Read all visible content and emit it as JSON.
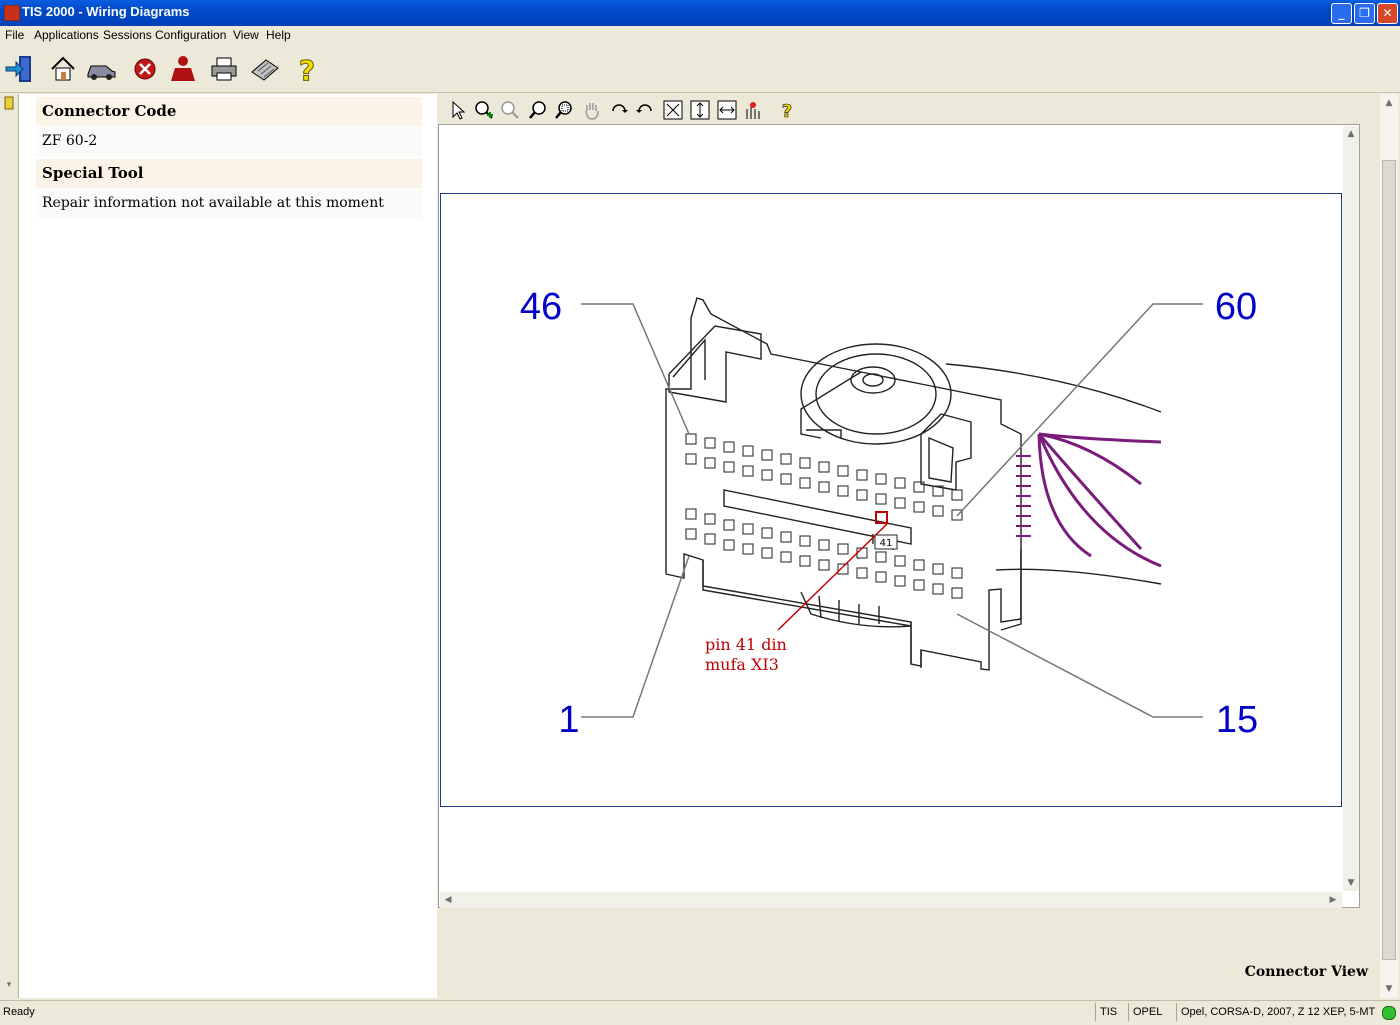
{
  "window": {
    "title": "TIS 2000 - Wiring Diagrams",
    "minimize": "_",
    "restore": "❐",
    "close": "✕"
  },
  "menu": [
    "File",
    "Applications",
    "Sessions",
    "Configuration",
    "View",
    "Help"
  ],
  "toolbar_icons": [
    "exit-icon",
    "home-icon",
    "vehicle-icon",
    "stop-icon",
    "user-icon",
    "print-icon",
    "keyboard-icon",
    "help-icon"
  ],
  "left_panel": {
    "connector_code_label": "Connector Code",
    "connector_code_value": "ZF 60-2",
    "special_tool_label": "Special Tool",
    "special_tool_value": "Repair information not available at this moment"
  },
  "diagram_toolbar_icons": [
    "pointer-icon",
    "zoom-in-icon",
    "zoom-out-icon",
    "zoom-icon",
    "zoom-area-icon",
    "pan-icon",
    "rotate-right-icon",
    "rotate-left-icon",
    "fit-all-icon",
    "fit-height-icon",
    "fit-width-icon",
    "highlight-icon",
    "help-icon"
  ],
  "diagram": {
    "pin_labels": {
      "top_left": "46",
      "top_right": "60",
      "bottom_left": "1",
      "bottom_right": "15"
    },
    "pin_tag": "41",
    "annotation_line1": "pin 41 din",
    "annotation_line2": "mufa XI3",
    "colors": {
      "pin_label": "#0000c8",
      "annotation": "#c00000",
      "wires": "#7a1c7a"
    }
  },
  "caption": "Connector View",
  "status": {
    "left": "Ready",
    "cell1": "TIS",
    "cell2": "OPEL",
    "cell3": "Opel, CORSA-D, 2007, Z 12 XEP, 5-MT"
  }
}
